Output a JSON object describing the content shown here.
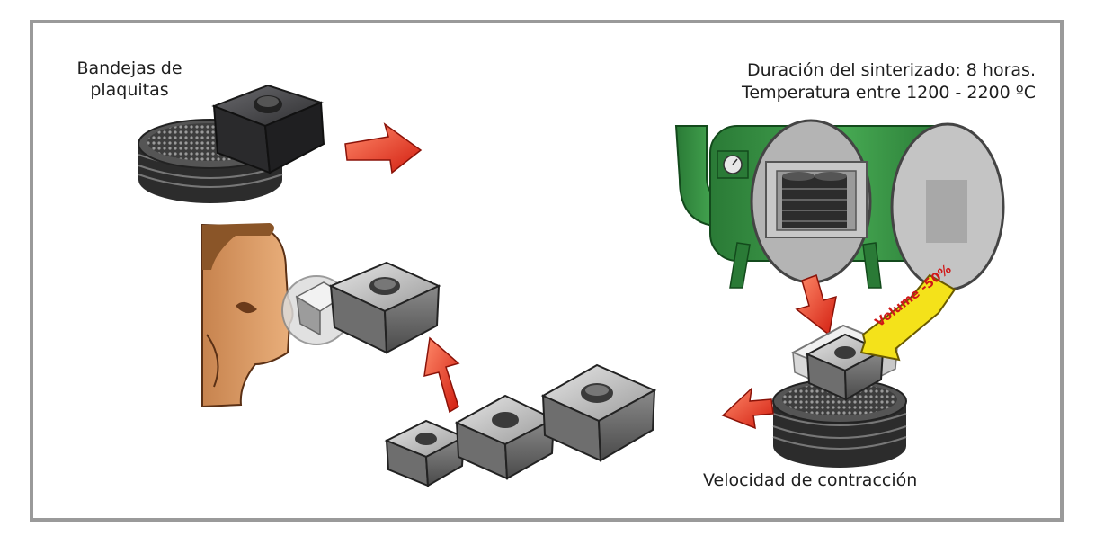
{
  "labels": {
    "trays": "Bandejas de plaquitas",
    "sinter_duration": "Duración del sinterizado: 8 horas.",
    "sinter_temperature": "Temperatura entre 1200 - 2200 ºC",
    "shrink_rate": "Velocidad de contracción",
    "volume": "Volume -50%"
  },
  "colors": {
    "frame": "#9a9a9a",
    "arrow_red": "#e8321e",
    "furnace_green": "#2e8a3c",
    "insert_gray": "#8a8a8a",
    "insert_dark": "#3a3a3c",
    "callout_yellow": "#f4e21a",
    "skin": "#d9935c"
  }
}
